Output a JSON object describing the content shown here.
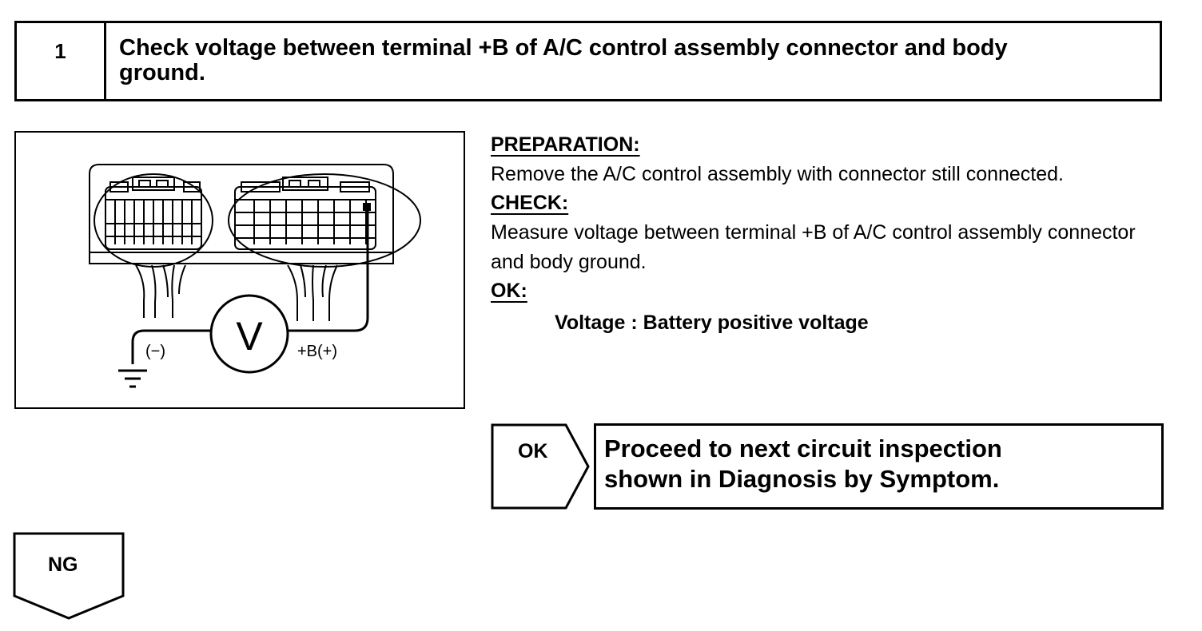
{
  "step": {
    "number": "1",
    "title_line1": "Check voltage between terminal +B of A/C control assembly connector and body",
    "title_line2": "ground."
  },
  "figure": {
    "meter_symbol": "V",
    "negative_label": "(−)",
    "positive_label": "+B(+)",
    "icons": [
      "connector-icon",
      "voltmeter-icon",
      "ground-icon"
    ]
  },
  "instructions": {
    "preparation_heading": "PREPARATION:",
    "preparation_text": "Remove the A/C control assembly with connector still connected.",
    "check_heading": "CHECK:",
    "check_text": "Measure voltage between terminal +B of A/C control assembly connector and body ground.",
    "ok_heading": "OK:",
    "ok_spec": "Voltage : Battery positive voltage"
  },
  "outcomes": {
    "ok_label": "OK",
    "ok_result_line1": "Proceed to next circuit inspection",
    "ok_result_line2": "shown in Diagnosis by Symptom.",
    "ng_label": "NG"
  }
}
